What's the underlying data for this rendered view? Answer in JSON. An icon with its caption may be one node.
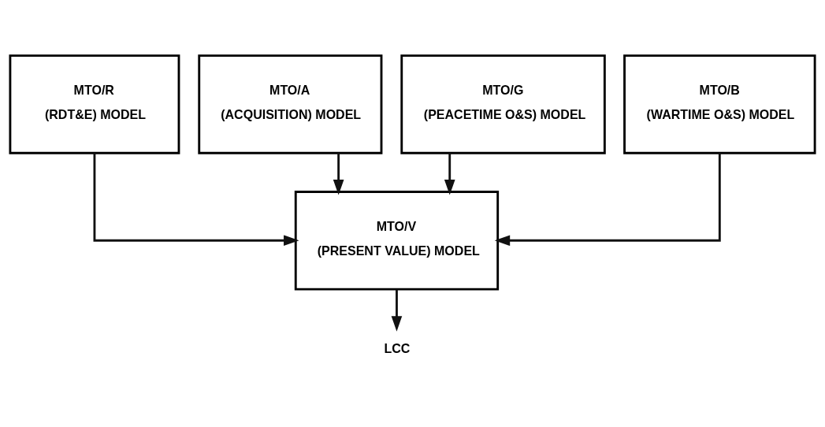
{
  "diagram": {
    "nodes": [
      {
        "text": [
          "MTO/R",
          "(RDT&E) MODEL"
        ]
      },
      {
        "text": [
          "MTO/A",
          "(ACQUISITION) MODEL"
        ]
      },
      {
        "text": [
          "MTO/G",
          "(PEACETIME O&S) MODEL"
        ]
      },
      {
        "text": [
          "MTO/B",
          "(WARTIME O&S) MODEL"
        ]
      },
      {
        "text": [
          "MTO/V",
          "(PRESENT VALUE) MODEL"
        ]
      },
      {
        "text": [
          "LCC"
        ]
      }
    ],
    "edges": [
      {
        "from": 0,
        "to": 4,
        "arrow": "to"
      },
      {
        "from": 1,
        "to": 4,
        "arrow": "to"
      },
      {
        "from": 2,
        "to": 4,
        "arrow": "to"
      },
      {
        "from": 3,
        "to": 4,
        "arrow": "to"
      },
      {
        "from": 4,
        "to": 5,
        "arrow": "to"
      }
    ]
  }
}
